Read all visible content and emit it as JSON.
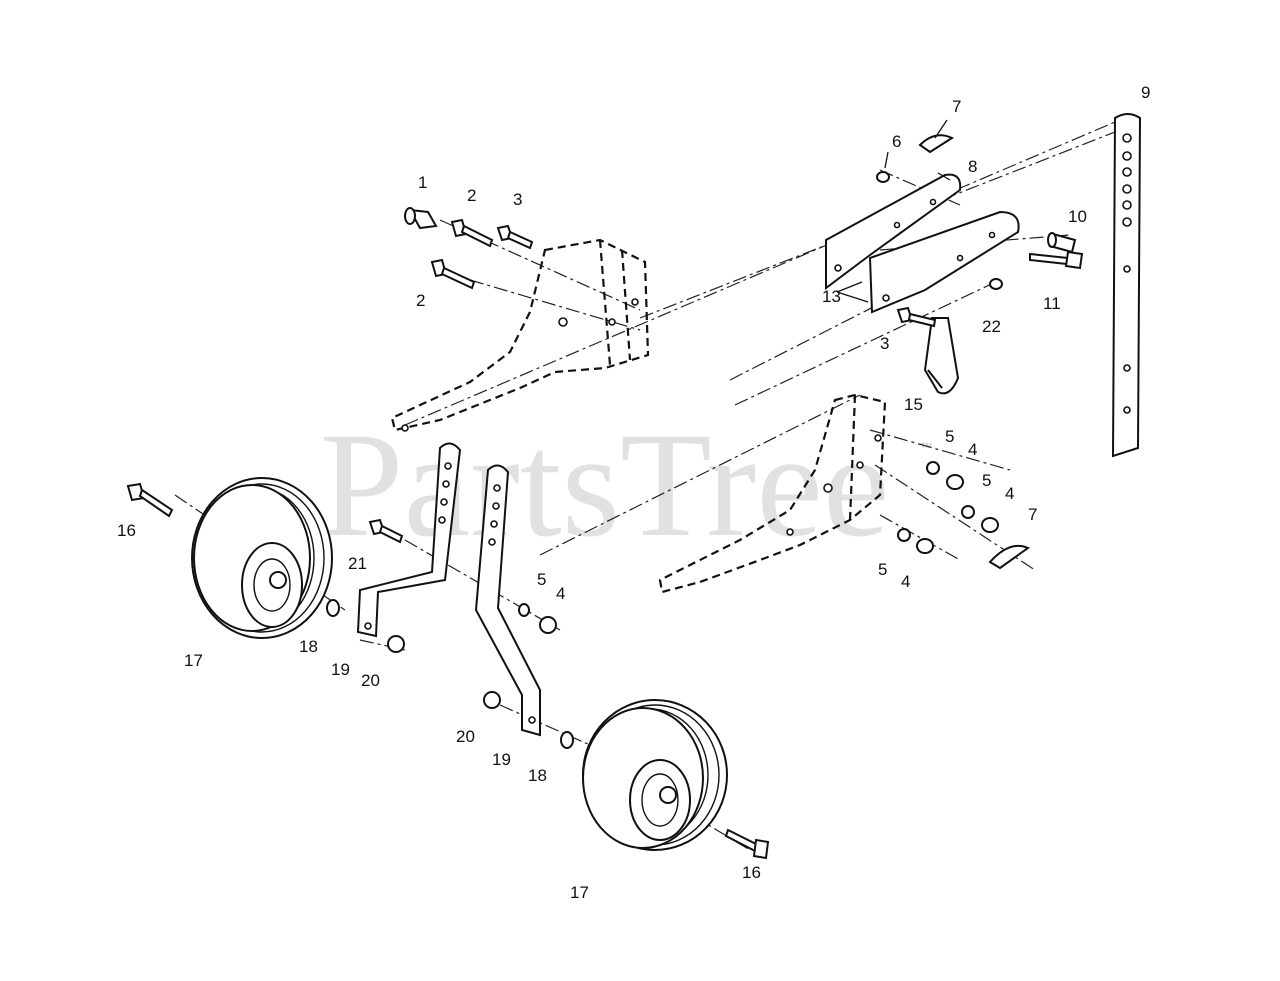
{
  "watermark": {
    "text": "PartsTree",
    "trademark": "™"
  },
  "callouts": [
    {
      "id": "c1",
      "label": "1"
    },
    {
      "id": "c2a",
      "label": "2"
    },
    {
      "id": "c2b",
      "label": "2"
    },
    {
      "id": "c3a",
      "label": "3"
    },
    {
      "id": "c3b",
      "label": "3"
    },
    {
      "id": "c4a",
      "label": "4"
    },
    {
      "id": "c4b",
      "label": "4"
    },
    {
      "id": "c4c",
      "label": "4"
    },
    {
      "id": "c4d",
      "label": "4"
    },
    {
      "id": "c5a",
      "label": "5"
    },
    {
      "id": "c5b",
      "label": "5"
    },
    {
      "id": "c5c",
      "label": "5"
    },
    {
      "id": "c5d",
      "label": "5"
    },
    {
      "id": "c6",
      "label": "6"
    },
    {
      "id": "c7a",
      "label": "7"
    },
    {
      "id": "c7b",
      "label": "7"
    },
    {
      "id": "c8",
      "label": "8"
    },
    {
      "id": "c9",
      "label": "9"
    },
    {
      "id": "c10",
      "label": "10"
    },
    {
      "id": "c11",
      "label": "11"
    },
    {
      "id": "c13",
      "label": "13"
    },
    {
      "id": "c15",
      "label": "15"
    },
    {
      "id": "c16a",
      "label": "16"
    },
    {
      "id": "c16b",
      "label": "16"
    },
    {
      "id": "c17a",
      "label": "17"
    },
    {
      "id": "c17b",
      "label": "17"
    },
    {
      "id": "c18a",
      "label": "18"
    },
    {
      "id": "c18b",
      "label": "18"
    },
    {
      "id": "c19a",
      "label": "19"
    },
    {
      "id": "c19b",
      "label": "19"
    },
    {
      "id": "c20a",
      "label": "20"
    },
    {
      "id": "c20b",
      "label": "20"
    },
    {
      "id": "c21",
      "label": "21"
    },
    {
      "id": "c22",
      "label": "22"
    }
  ]
}
